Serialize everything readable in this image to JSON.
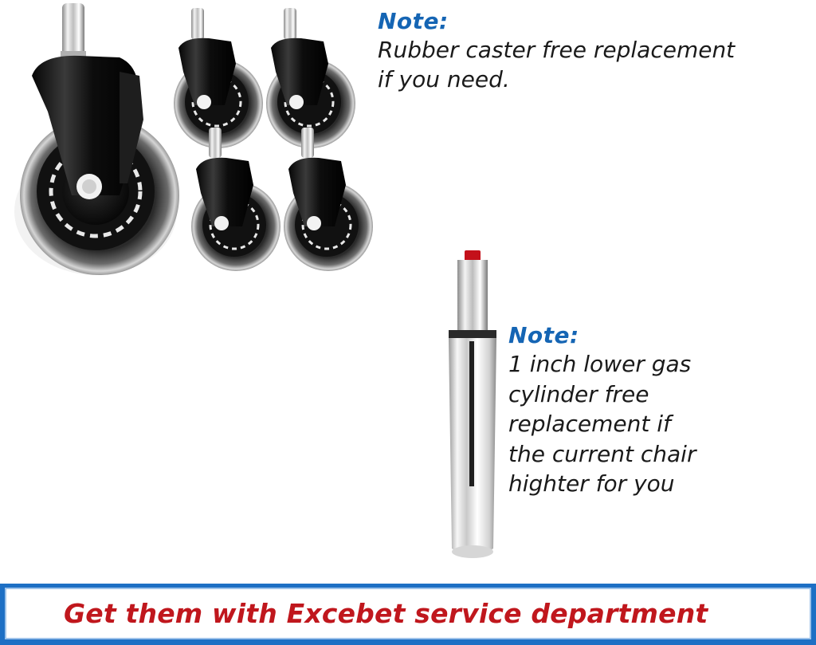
{
  "notes": {
    "casters": {
      "title": "Note:",
      "lines": [
        "Rubber caster free replacement",
        "if you need."
      ]
    },
    "cylinder": {
      "title": "Note:",
      "lines": [
        "1 inch lower gas",
        "cylinder free",
        "replacement if",
        "the current chair",
        "highter for you"
      ]
    }
  },
  "banner": {
    "text": "Get them with Excebet service department"
  },
  "colors": {
    "note_title": "#1565b4",
    "banner_frame": "#1d6fc4",
    "banner_text": "#c0171d"
  }
}
